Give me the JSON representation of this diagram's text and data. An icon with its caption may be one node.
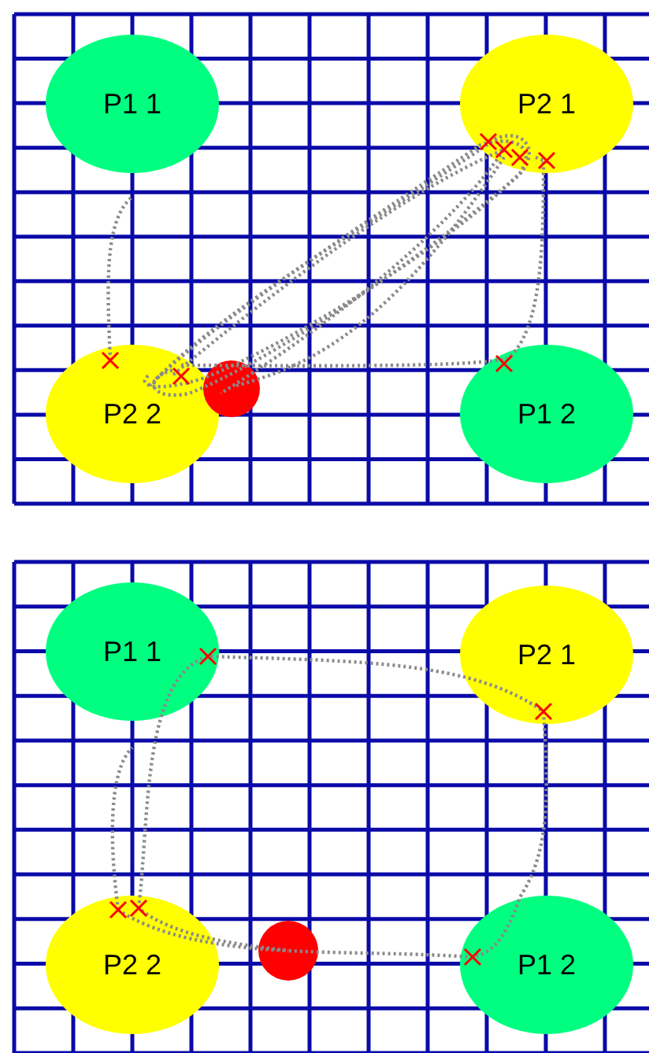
{
  "diagram": {
    "nodes": [
      {
        "text": [
          "P1 1"
        ]
      },
      {
        "text": [
          "P2 1"
        ]
      },
      {
        "text": [
          "P2 2"
        ]
      },
      {
        "text": [],
        "shape": "circle"
      },
      {
        "text": [
          "P1 2"
        ]
      },
      {
        "text": [
          "P1 1"
        ]
      },
      {
        "text": [
          "P2 1"
        ]
      },
      {
        "text": [
          "P2 2"
        ]
      },
      {
        "text": [],
        "shape": "circle"
      },
      {
        "text": [
          "P1 2"
        ]
      }
    ],
    "edges": []
  }
}
